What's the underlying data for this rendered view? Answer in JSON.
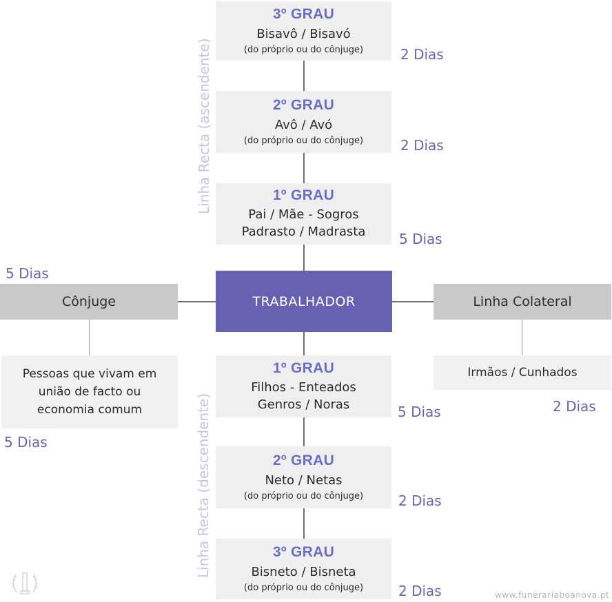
{
  "center": {
    "label": "TRABALHADOR"
  },
  "ascendente": {
    "axis_label": "Linha Recta (ascendente)",
    "items": [
      {
        "grade": "3º GRAU",
        "name": "Bisavô / Bisavó",
        "note": "(do próprio ou do cônjuge)",
        "days": "2 Dias"
      },
      {
        "grade": "2º GRAU",
        "name": "Avô / Avó",
        "note": "(do próprio ou do cônjuge)",
        "days": "2 Dias"
      },
      {
        "grade": "1º GRAU",
        "name": "Pai / Mãe - Sogros",
        "name2": "Padrasto / Madrasta",
        "days": "5 Dias"
      }
    ]
  },
  "descendente": {
    "axis_label": "Linha Recta (descendente)",
    "items": [
      {
        "grade": "1º GRAU",
        "name": "Filhos - Enteados",
        "name2": "Genros / Noras",
        "days": "5 Dias"
      },
      {
        "grade": "2º GRAU",
        "name": "Neto / Netas",
        "note": "(do próprio ou do cônjuge)",
        "days": "2 Dias"
      },
      {
        "grade": "3º GRAU",
        "name": "Bisneto / Bisneta",
        "note": "(do próprio ou do cônjuge)",
        "days": "2 Dias"
      }
    ]
  },
  "conjuge": {
    "label": "Cônjuge",
    "days": "5 Dias",
    "info_lines": [
      "Pessoas que vivam em",
      "união de facto ou",
      "economia comum"
    ],
    "info_days": "5 Dias"
  },
  "colateral": {
    "label": "Linha Colateral",
    "info_lines": [
      "Irmãos / Cunhados"
    ],
    "info_days": "2 Dias"
  },
  "footer": {
    "website": "www.funerariaboanova.pt"
  },
  "colors": {
    "accent": "#6860b0",
    "grade": "#6b6ec4",
    "days": "#6a63b0",
    "box": "#efefef",
    "side_box": "#c9c9c9"
  }
}
